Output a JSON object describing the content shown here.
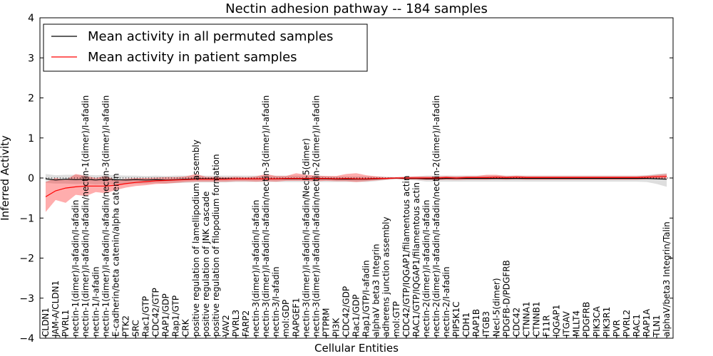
{
  "chart_data": {
    "type": "line",
    "title": "Nectin adhesion pathway -- 184 samples",
    "xlabel": "Cellular Entities",
    "ylabel": "Inferred Activity",
    "ylim": [
      -4,
      4
    ],
    "yticks": [
      -4,
      -3,
      -2,
      -1,
      0,
      1,
      2,
      3,
      4
    ],
    "ytick_labels": [
      "−4",
      "−3",
      "−2",
      "−1",
      "0",
      "1",
      "2",
      "3",
      "4"
    ],
    "zero_line": {
      "style": "dotted",
      "value": 0
    },
    "legend": {
      "placement": "top-left",
      "entries": [
        {
          "label": "Mean activity in all permuted samples",
          "color": "#000000"
        },
        {
          "label": "Mean activity in patient samples",
          "color": "#ff0000"
        }
      ]
    },
    "categories": [
      "CLDN1",
      "JAM-A/CLDN1",
      "PVRL1",
      "nectin-1(dimer)/I-afadin/I-afadin",
      "nectin-1(dimer)/I-afadin/I-afadin/nectin-1(dimer)/I-afadin",
      "nectin-1/I-afadin",
      "nectin-1(dimer)/I-afadin/I-afadin/nectin-3(dimer)/I-afadin",
      "E-cadherin/beta catenin/alpha catenin",
      "PTK2",
      "SRC",
      "Rac1/GTP",
      "CDC42/GTP",
      "RAP1/GDP",
      "Rap1/GTP",
      "CRK",
      "positive regulation of lamellipodium assembly",
      "positive regulation of JNK cascade",
      "positive regulation of filopodium formation",
      "VAV2",
      "PVRL3",
      "FARP2",
      "nectin-3(dimer)/I-afadin/I-afadin",
      "nectin-3(dimer)/I-afadin/I-afadin/nectin-3(dimer)/I-afadin",
      "nectin-3/I-afadin",
      "mol:GDP",
      "RAPGEF1",
      "nectin-3(dimer)/I-afadin/I-afadin/Necl-5(dimer)",
      "nectin-3(dimer)/I-afadin/I-afadin/nectin-2(dimer)/I-afadin",
      "PTPRM",
      "PI3K",
      "CDC42/GDP",
      "Rac1/GDP",
      "Rap1/GTP/I-afadin",
      "alphaV beta3 Integrin",
      "adherens junction assembly",
      "mol:GTP",
      "CDC42/GTP/IQGAP1/filamentous actin",
      "RAC1/GTP/IQGAP1/filamentous actin",
      "nectin-2(dimer)/I-afadin/I-afadin",
      "nectin-2(dimer)/I-afadin/I-afadin/nectin-2(dimer)/I-afadin",
      "nectin-2/I-afadin",
      "PIP5K1C",
      "CDH1",
      "RAP1B",
      "ITGB3",
      "Necl-5(dimer)",
      "PDGFB-D/PDGFRB",
      "CDC42",
      "CTNNA1",
      "CTNNB1",
      "F11R",
      "IQGAP1",
      "ITGAV",
      "MLLT4",
      "PDGFRB",
      "PIK3CA",
      "PIK3R1",
      "PVR",
      "PVRL2",
      "RAC1",
      "RAP1A",
      "TLN1",
      "alphaV/beta3 Integrin/Talin"
    ],
    "series": [
      {
        "name": "Mean activity in all permuted samples",
        "color": "#000000",
        "values": [
          -0.02,
          -0.05,
          -0.03,
          -0.04,
          -0.03,
          -0.05,
          -0.03,
          -0.04,
          -0.05,
          -0.04,
          -0.05,
          -0.04,
          -0.05,
          -0.04,
          -0.03,
          -0.02,
          -0.02,
          -0.02,
          -0.02,
          -0.02,
          -0.02,
          -0.02,
          -0.02,
          -0.02,
          -0.02,
          -0.02,
          -0.02,
          -0.02,
          -0.02,
          -0.03,
          -0.03,
          -0.03,
          -0.03,
          -0.02,
          -0.01,
          0.0,
          -0.01,
          -0.01,
          -0.02,
          -0.02,
          -0.01,
          -0.01,
          -0.01,
          -0.01,
          -0.01,
          -0.01,
          -0.01,
          -0.01,
          -0.01,
          -0.01,
          -0.01,
          -0.01,
          -0.01,
          -0.01,
          -0.01,
          -0.01,
          -0.01,
          -0.01,
          -0.01,
          -0.01,
          -0.01,
          -0.02,
          -0.03
        ],
        "band_low": [
          -0.12,
          -0.14,
          -0.14,
          -0.15,
          -0.14,
          -0.16,
          -0.15,
          -0.16,
          -0.15,
          -0.14,
          -0.14,
          -0.13,
          -0.14,
          -0.13,
          -0.12,
          -0.11,
          -0.11,
          -0.11,
          -0.11,
          -0.1,
          -0.1,
          -0.1,
          -0.1,
          -0.1,
          -0.1,
          -0.1,
          -0.1,
          -0.1,
          -0.1,
          -0.1,
          -0.1,
          -0.1,
          -0.1,
          -0.08,
          -0.05,
          -0.03,
          -0.05,
          -0.06,
          -0.09,
          -0.09,
          -0.09,
          -0.09,
          -0.09,
          -0.09,
          -0.09,
          -0.09,
          -0.09,
          -0.09,
          -0.09,
          -0.09,
          -0.09,
          -0.09,
          -0.09,
          -0.09,
          -0.09,
          -0.09,
          -0.09,
          -0.09,
          -0.09,
          -0.09,
          -0.1,
          -0.15,
          -0.22
        ],
        "band_high": [
          0.1,
          0.07,
          0.08,
          0.08,
          0.08,
          0.07,
          0.08,
          0.07,
          0.06,
          0.06,
          0.05,
          0.06,
          0.05,
          0.06,
          0.06,
          0.06,
          0.06,
          0.06,
          0.06,
          0.06,
          0.06,
          0.06,
          0.06,
          0.06,
          0.06,
          0.06,
          0.06,
          0.06,
          0.05,
          0.04,
          0.04,
          0.04,
          0.04,
          0.04,
          0.03,
          0.02,
          0.03,
          0.04,
          0.06,
          0.06,
          0.06,
          0.06,
          0.06,
          0.06,
          0.06,
          0.06,
          0.06,
          0.06,
          0.06,
          0.06,
          0.06,
          0.06,
          0.06,
          0.06,
          0.06,
          0.06,
          0.06,
          0.06,
          0.06,
          0.06,
          0.07,
          0.1,
          0.12
        ]
      },
      {
        "name": "Mean activity in patient samples",
        "color": "#ff0000",
        "values": [
          -0.47,
          -0.32,
          -0.25,
          -0.22,
          -0.2,
          -0.2,
          -0.2,
          -0.18,
          -0.14,
          -0.11,
          -0.09,
          -0.07,
          -0.06,
          -0.05,
          -0.04,
          -0.03,
          -0.03,
          -0.03,
          -0.03,
          -0.02,
          -0.02,
          -0.02,
          -0.02,
          -0.02,
          -0.01,
          -0.01,
          -0.01,
          -0.01,
          -0.01,
          -0.02,
          -0.01,
          -0.02,
          -0.02,
          -0.01,
          -0.01,
          0.0,
          0.0,
          0.0,
          0.0,
          0.0,
          0.01,
          0.0,
          0.01,
          0.01,
          0.01,
          0.02,
          0.01,
          0.02,
          0.01,
          0.01,
          0.01,
          0.01,
          0.01,
          0.01,
          0.01,
          0.01,
          0.01,
          0.01,
          0.01,
          0.01,
          0.02,
          0.03,
          0.04
        ],
        "band_low": [
          -0.85,
          -0.55,
          -0.62,
          -0.42,
          -0.45,
          -0.35,
          -0.38,
          -0.3,
          -0.24,
          -0.2,
          -0.18,
          -0.15,
          -0.14,
          -0.12,
          -0.1,
          -0.09,
          -0.09,
          -0.09,
          -0.09,
          -0.08,
          -0.08,
          -0.09,
          -0.08,
          -0.09,
          -0.07,
          -0.07,
          -0.07,
          -0.08,
          -0.07,
          -0.08,
          -0.08,
          -0.1,
          -0.08,
          -0.06,
          -0.04,
          -0.02,
          -0.04,
          -0.04,
          -0.05,
          -0.05,
          -0.04,
          -0.05,
          -0.04,
          -0.04,
          -0.04,
          -0.03,
          -0.04,
          -0.03,
          -0.04,
          -0.04,
          -0.04,
          -0.04,
          -0.04,
          -0.04,
          -0.04,
          -0.04,
          -0.04,
          -0.04,
          -0.04,
          -0.04,
          -0.03,
          -0.02,
          -0.01
        ],
        "band_high": [
          -0.1,
          0.0,
          -0.05,
          0.1,
          0.05,
          0.0,
          0.05,
          -0.05,
          -0.02,
          0.0,
          0.0,
          0.01,
          0.02,
          0.02,
          0.04,
          0.1,
          0.03,
          0.03,
          0.02,
          0.03,
          0.02,
          0.04,
          0.1,
          0.05,
          0.05,
          0.12,
          0.08,
          0.06,
          0.05,
          0.05,
          0.1,
          0.12,
          0.07,
          0.04,
          0.02,
          0.02,
          0.03,
          0.04,
          0.04,
          0.04,
          0.05,
          0.04,
          0.05,
          0.05,
          0.08,
          0.08,
          0.05,
          0.06,
          0.05,
          0.05,
          0.05,
          0.05,
          0.05,
          0.05,
          0.05,
          0.05,
          0.05,
          0.05,
          0.05,
          0.05,
          0.06,
          0.08,
          0.1
        ]
      }
    ]
  }
}
